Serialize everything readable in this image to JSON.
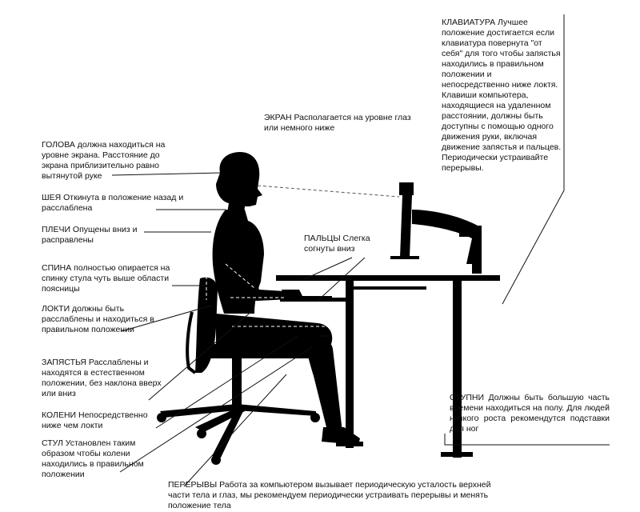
{
  "labels": {
    "head": "ГОЛОВА должна находиться на уровне экрана. Расстояние до экрана приблизительно равно вытянутой руке",
    "neck": "ШЕЯ   Откинута в положение назад и расслаблена",
    "shoulders": "ПЛЕЧИ Опущены вниз и расправлены",
    "back": "СПИНА полностью опирается на спинку стула  чуть выше области поясницы",
    "elbows": "ЛОКТИ должны быть расслаблены и находиться в правильном положении",
    "wrists": "ЗАПЯСТЬЯ Расслаблены и находятся в естественном положении, без наклона вверх или вниз",
    "knees": "КОЛЕНИ Непосредственно ниже чем локти",
    "chair": "СТУЛ Установлен таким образом чтобы колени находились в правильном положении",
    "breaks": "ПЕРЕРЫВЫ Работа за компьютером вызывает периодическую усталость верхней части тела и глаз, мы рекомендуем периодически устраивать перерывы и менять положение тела",
    "screen": "ЭКРАН Располагается на уровне глаз или немного ниже",
    "fingers": "ПАЛЬЦЫ Слегка согнуты вниз",
    "keyboard": "КЛАВИАТУРА Лучшее положение достигается если клавиатура повернута \"от себя\" для того чтобы запястья находились в правильном положении и непосредственно ниже локтя.  Клавиши компьютера, находящиеся на удаленном расстоянии, должны быть доступны с помощью одного движения руки, включая движение запястья и пальцев. Периодически устраивайте перерывы.",
    "feet": "СТУПНИ Должны быть большую часть времени находиться  на полу. Для людей низкого роста рекомендутся подставки для ног"
  },
  "colors": {
    "silhouette": "#000000",
    "line": "#111111",
    "background": "#ffffff"
  }
}
